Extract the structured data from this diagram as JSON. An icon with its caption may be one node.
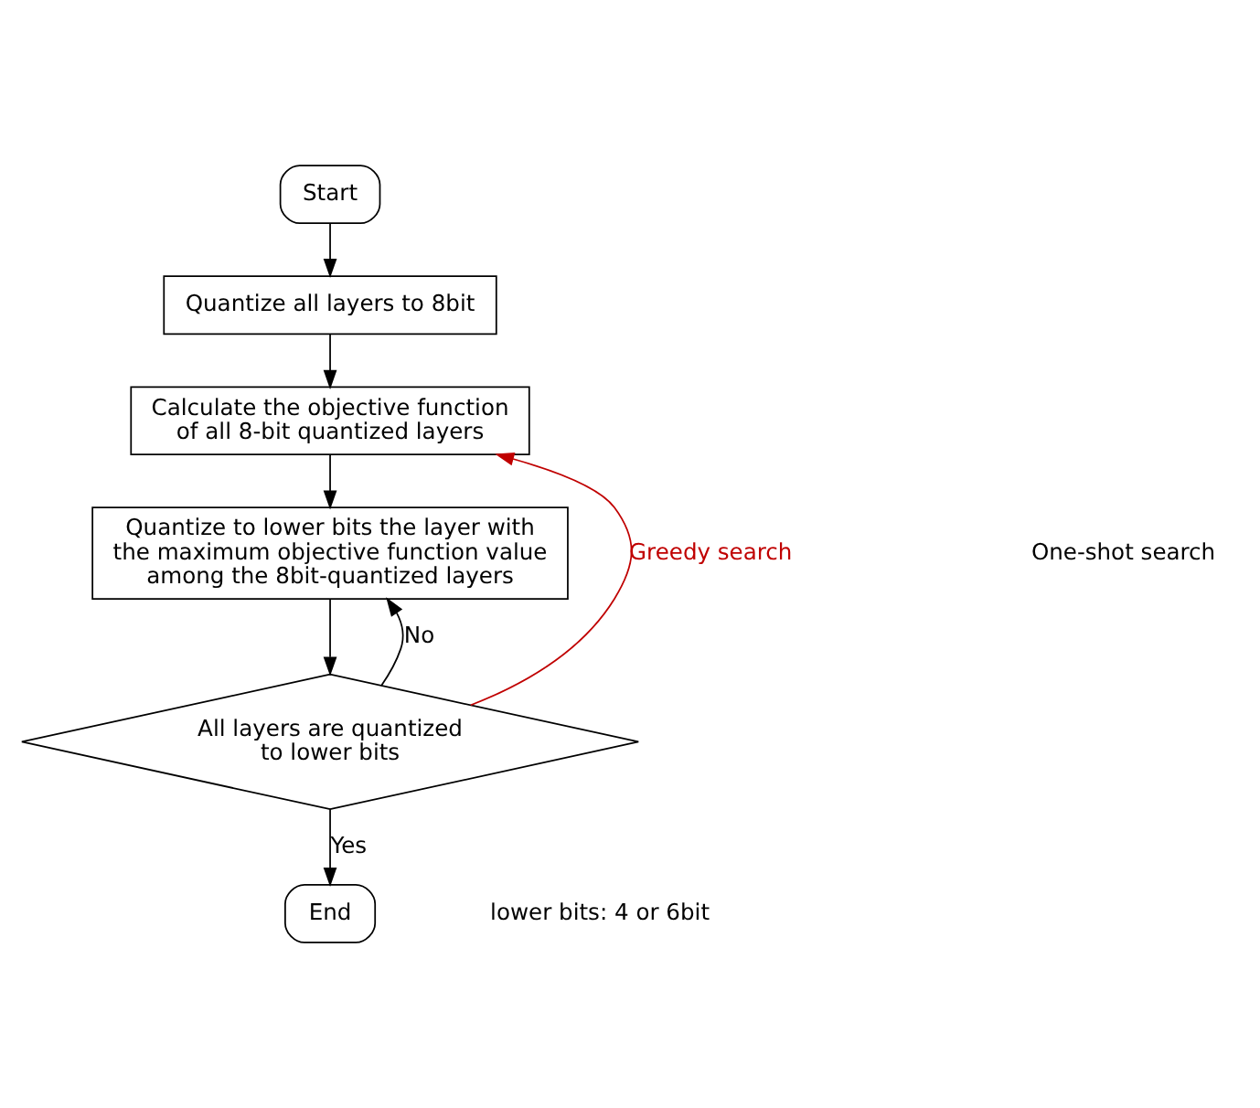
{
  "diagram": {
    "nodes": [
      {
        "text": [
          "Start"
        ]
      },
      {
        "text": [
          "Quantize all layers to 8bit"
        ]
      },
      {
        "text": [
          "Calculate the objective function of all 8-bit quantized layers"
        ]
      },
      {
        "text": [
          "Quantize to lower bits the layer with the maximum objective function value among the 8bit-quantized layers"
        ]
      },
      {
        "text": [
          "All layers are quantized to lower bits"
        ]
      },
      {
        "text": [
          "End"
        ]
      }
    ],
    "edges": [
      {
        "from": 0,
        "to": 1,
        "arrow": "to"
      },
      {
        "from": 1,
        "to": 2,
        "arrow": "to"
      },
      {
        "from": 2,
        "to": 3,
        "arrow": "to"
      },
      {
        "from": 3,
        "to": 4,
        "arrow": "to"
      },
      {
        "from": 4,
        "to": 5,
        "arrow": "to",
        "label": "Yes"
      },
      {
        "from": 4,
        "to": 3,
        "arrow": "to",
        "label": "No"
      },
      {
        "from": 4,
        "to": 2,
        "arrow": "to",
        "label": "Greedy search",
        "color": "#c00000"
      }
    ],
    "labels": [
      "One-shot search",
      "lower bits: 4 or 6bit"
    ]
  }
}
